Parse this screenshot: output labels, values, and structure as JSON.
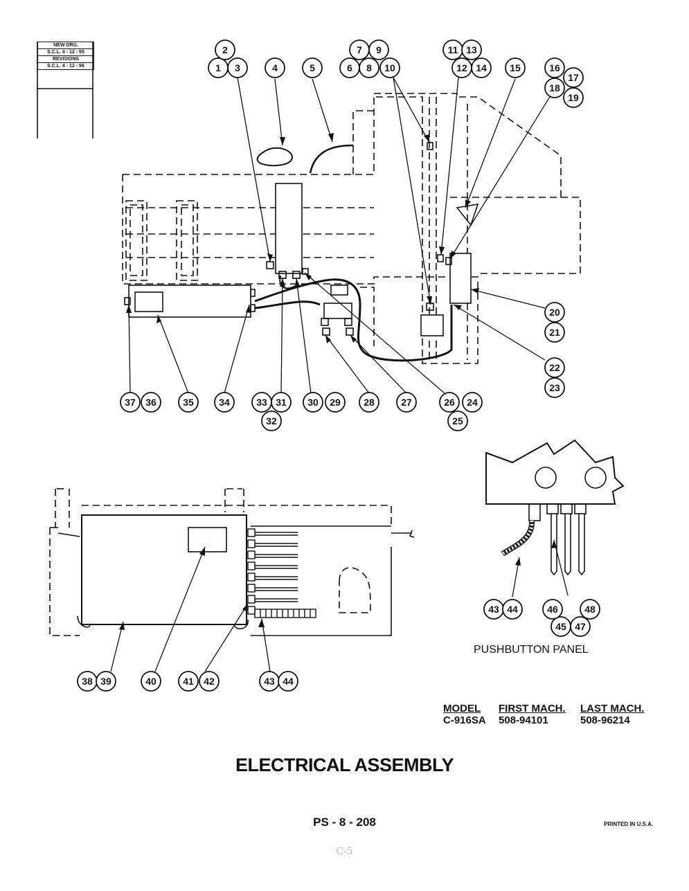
{
  "revision_block": {
    "new_drawing": "NEW DRG.",
    "new_drawing_date": "S.C.L. 4 - 12 - 95",
    "revisions": "REVISIONS",
    "revision_date": "S.C.L. 4 - 12 - 96"
  },
  "callouts": [
    "1",
    "2",
    "3",
    "4",
    "5",
    "6",
    "7",
    "8",
    "9",
    "10",
    "11",
    "12",
    "13",
    "14",
    "15",
    "16",
    "17",
    "18",
    "19",
    "20",
    "21",
    "22",
    "23",
    "24",
    "25",
    "26",
    "27",
    "28",
    "29",
    "30",
    "31",
    "32",
    "33",
    "34",
    "35",
    "36",
    "37",
    "38",
    "39",
    "40",
    "41",
    "42",
    "43",
    "44",
    "43",
    "44",
    "45",
    "46",
    "47",
    "48"
  ],
  "pushbutton_label": "PUSHBUTTON PANEL",
  "model_table": {
    "headers": [
      "MODEL",
      "FIRST MACH.",
      "LAST MACH."
    ],
    "row": [
      "C-916SA",
      "508-94101",
      "508-96214"
    ]
  },
  "title": "ELECTRICAL ASSEMBLY",
  "doc_number": "PS - 8 - 208",
  "printed": "PRINTED IN U.S.A.",
  "handwritten_mark": "C-5"
}
